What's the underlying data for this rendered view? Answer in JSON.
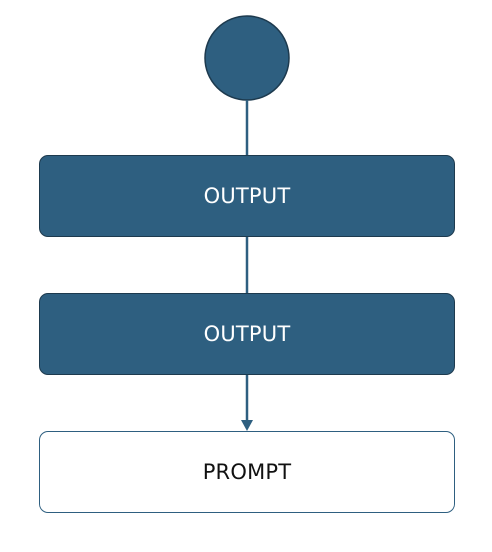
{
  "diagram": {
    "type": "flowchart",
    "colors": {
      "node_fill": "#2e5f80",
      "node_border": "#1d3a4e",
      "connector": "#2e5f80",
      "light_node_fill": "#ffffff",
      "light_node_text": "#111111"
    },
    "start_node": {
      "shape": "circle"
    },
    "nodes": [
      {
        "id": "output-1",
        "label": "OUTPUT",
        "style": "filled"
      },
      {
        "id": "output-2",
        "label": "OUTPUT",
        "style": "filled"
      },
      {
        "id": "prompt",
        "label": "PROMPT",
        "style": "outlined"
      }
    ],
    "edges": [
      {
        "from": "start",
        "to": "output-1",
        "arrow": false
      },
      {
        "from": "output-1",
        "to": "output-2",
        "arrow": false
      },
      {
        "from": "output-2",
        "to": "prompt",
        "arrow": true
      }
    ]
  }
}
